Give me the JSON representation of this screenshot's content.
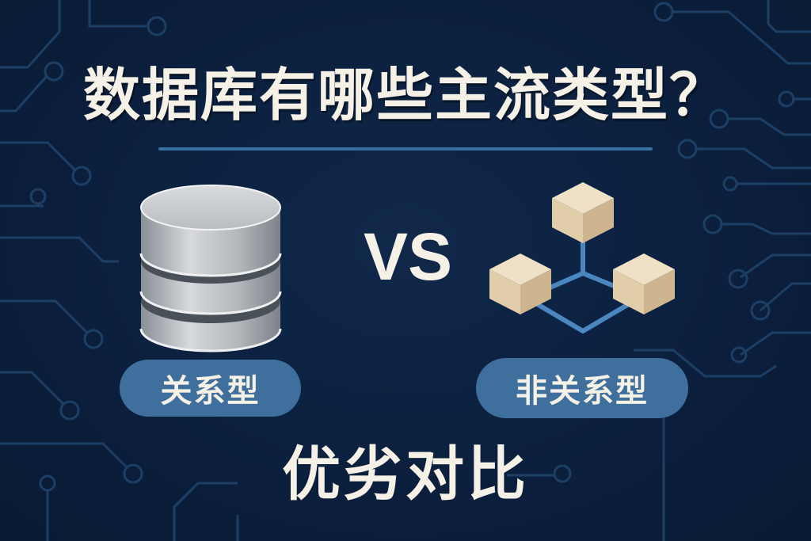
{
  "title": "数据库有哪些主流类型？",
  "versus": "VS",
  "left": {
    "label": "关系型",
    "icon": "database-cylinder-icon"
  },
  "right": {
    "label": "非关系型",
    "icon": "network-cubes-icon"
  },
  "subtitle": "优劣对比",
  "colors": {
    "background": "#0b1f3d",
    "text": "#f6f1e6",
    "accent": "#3f6f9c",
    "divider": "#3a6e9e",
    "cube": "#e6d3b5",
    "trace": "#1d3f66"
  }
}
